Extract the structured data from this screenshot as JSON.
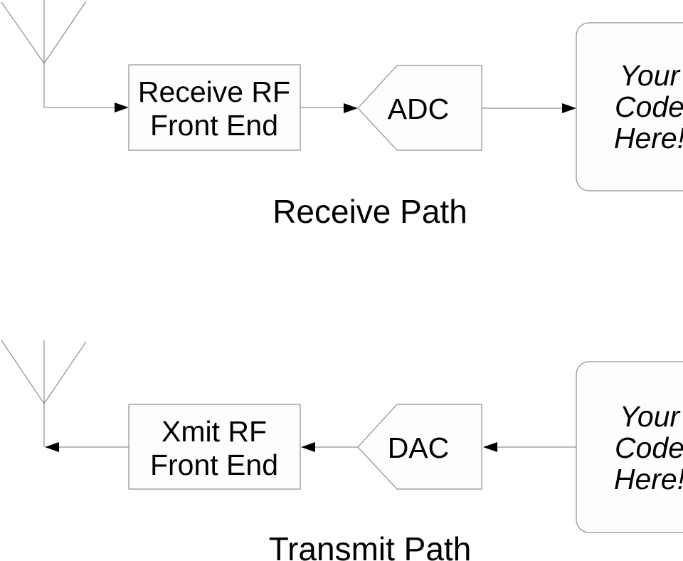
{
  "colors": {
    "background": "#ffffff",
    "line": "#8f8f8f",
    "arrow": "#000000",
    "text": "#000000",
    "fill": "#fdfdfd"
  },
  "receive_path": {
    "front_end_box": {
      "line1": "Receive RF",
      "line2": "Front End"
    },
    "converter_label": "ADC",
    "code_box": {
      "line1": "Your",
      "line2": "Code",
      "line3": "Here!"
    },
    "path_label": "Receive Path"
  },
  "transmit_path": {
    "front_end_box": {
      "line1": "Xmit RF",
      "line2": "Front End"
    },
    "converter_label": "DAC",
    "code_box": {
      "line1": "Your",
      "line2": "Code",
      "line3": "Here!"
    },
    "path_label": "Transmit Path"
  }
}
